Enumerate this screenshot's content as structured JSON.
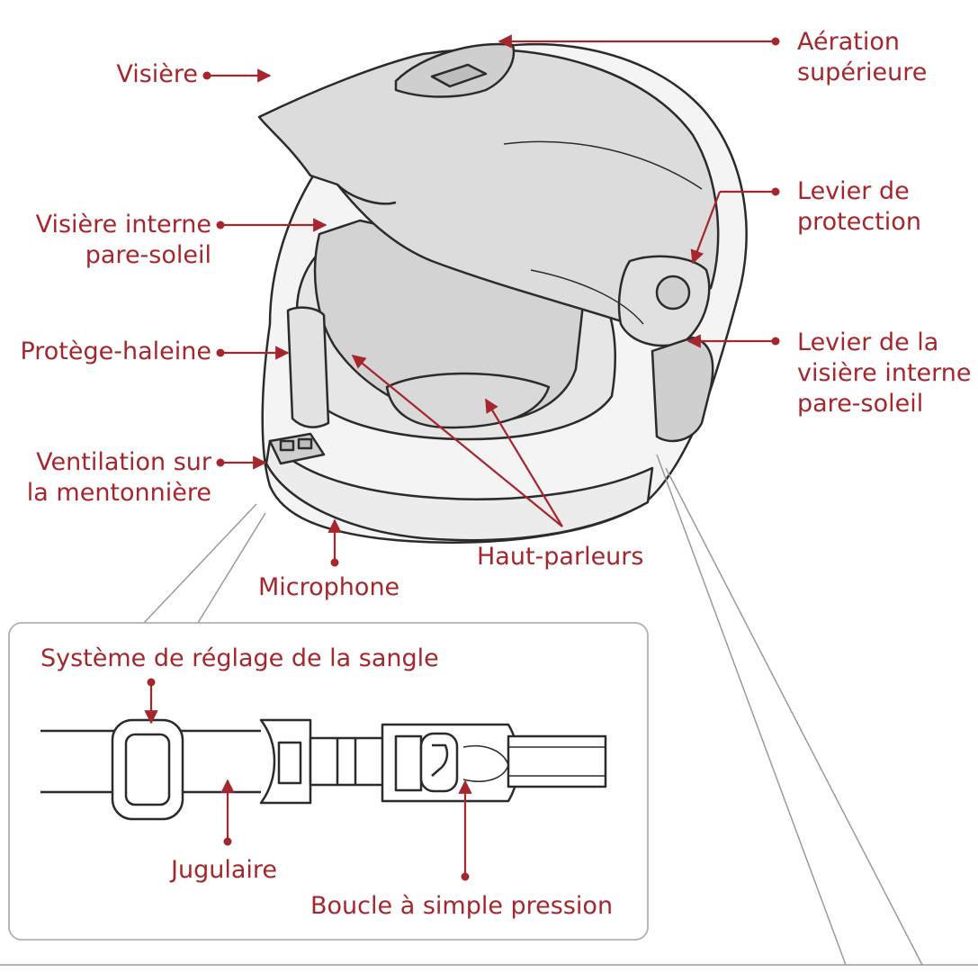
{
  "colors": {
    "accent": "#a5262d",
    "outline": "#2b2b2b",
    "shell": "#f4f4f4",
    "visor": "#dcdcdc",
    "inset_border": "#b0b0b0"
  },
  "labels": {
    "visiere": "Visière",
    "aeration_1": "Aération",
    "aeration_2": "supérieure",
    "visiere_interne_1": "Visière interne",
    "visiere_interne_2": "pare-soleil",
    "levier_protection_1": "Levier de",
    "levier_protection_2": "protection",
    "protege_haleine": "Protège-haleine",
    "levier_visiere_1": "Levier de la",
    "levier_visiere_2": "visière interne",
    "levier_visiere_3": "pare-soleil",
    "ventilation_1": "Ventilation sur",
    "ventilation_2": "la mentonnière",
    "haut_parleurs": "Haut-parleurs",
    "microphone": "Microphone",
    "reglage_sangle": "Système de réglage de la sangle",
    "jugulaire": "Jugulaire",
    "boucle": "Boucle à simple pression"
  }
}
